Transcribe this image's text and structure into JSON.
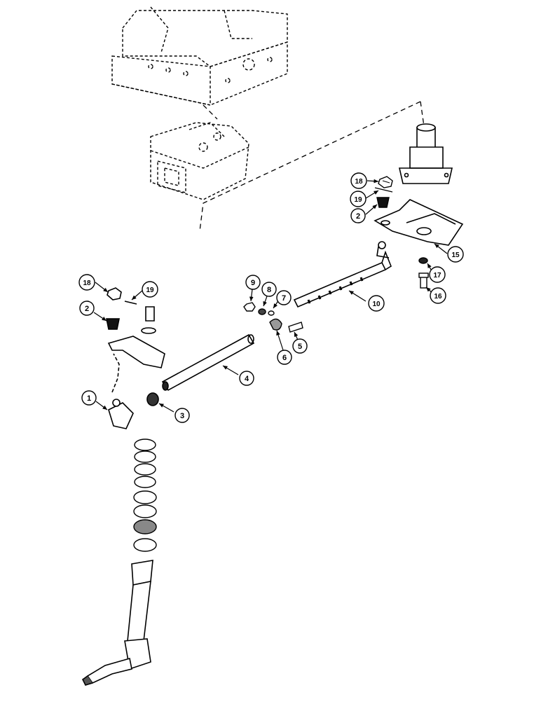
{
  "diagram": {
    "callouts": [
      {
        "id": "c1",
        "label": "1"
      },
      {
        "id": "c2a",
        "label": "2"
      },
      {
        "id": "c2b",
        "label": "2"
      },
      {
        "id": "c3",
        "label": "3"
      },
      {
        "id": "c4",
        "label": "4"
      },
      {
        "id": "c5",
        "label": "5"
      },
      {
        "id": "c6",
        "label": "6"
      },
      {
        "id": "c7",
        "label": "7"
      },
      {
        "id": "c8",
        "label": "8"
      },
      {
        "id": "c9",
        "label": "9"
      },
      {
        "id": "c10",
        "label": "10"
      },
      {
        "id": "c15",
        "label": "15"
      },
      {
        "id": "c16",
        "label": "16"
      },
      {
        "id": "c17",
        "label": "17"
      },
      {
        "id": "c18a",
        "label": "18"
      },
      {
        "id": "c18b",
        "label": "18"
      },
      {
        "id": "c19a",
        "label": "19"
      },
      {
        "id": "c19b",
        "label": "19"
      }
    ]
  }
}
